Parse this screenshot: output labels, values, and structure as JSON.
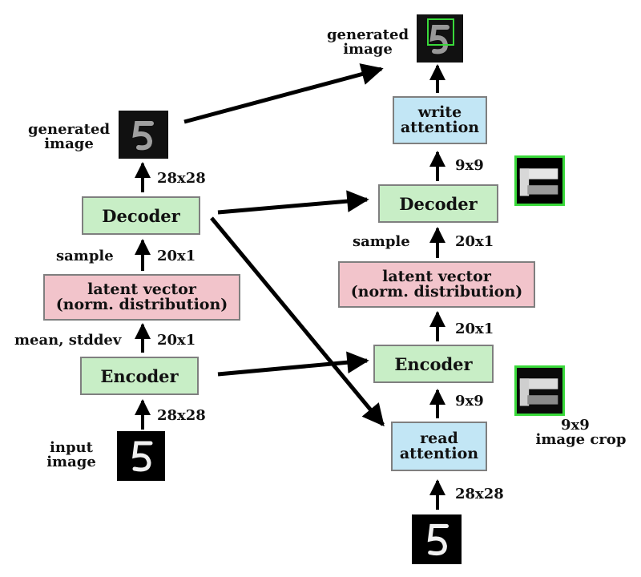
{
  "left": {
    "generated_label": [
      "generated",
      "image"
    ],
    "size_top": "28x28",
    "decoder": "Decoder",
    "sample_label": "sample",
    "size_sample": "20x1",
    "latent": [
      "latent vector",
      "(norm. distribution)"
    ],
    "mean_label": "mean, stddev",
    "size_mean": "20x1",
    "encoder": "Encoder",
    "size_input": "28x28",
    "input_label": [
      "input",
      "image"
    ]
  },
  "right": {
    "generated_label": [
      "generated",
      "image"
    ],
    "write_attention": [
      "write",
      "attention"
    ],
    "size_write": "9x9",
    "decoder": "Decoder",
    "sample_label": "sample",
    "size_sample": "20x1",
    "latent": [
      "latent vector",
      "(norm. distribution)"
    ],
    "size_latent": "20x1",
    "encoder": "Encoder",
    "size_read": "9x9",
    "crop_label": [
      "9x9",
      "image crop"
    ],
    "read_attention": [
      "read",
      "attention"
    ],
    "size_input": "28x28"
  },
  "colors": {
    "encoder_decoder": "#c8eec6",
    "latent": "#f2c4cb",
    "attention": "#c2e6f5",
    "crop_border": "#39d93a"
  }
}
